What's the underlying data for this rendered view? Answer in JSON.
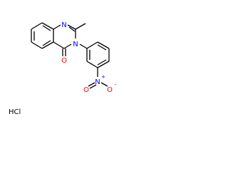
{
  "molecule": {
    "atom_labels": {
      "n1": "N",
      "n3": "N",
      "o4": "O",
      "n_nitro": "N",
      "o_nitro_up": "O",
      "o_nitro_right": "O"
    },
    "charges": {
      "n_nitro": "+",
      "o_nitro_right": "-"
    },
    "salt": "HCl"
  },
  "colors": {
    "bond": "#000000",
    "text": "#000000",
    "nitrogen": "#0000ff",
    "oxygen": "#ff0000",
    "background": "#ffffff"
  }
}
